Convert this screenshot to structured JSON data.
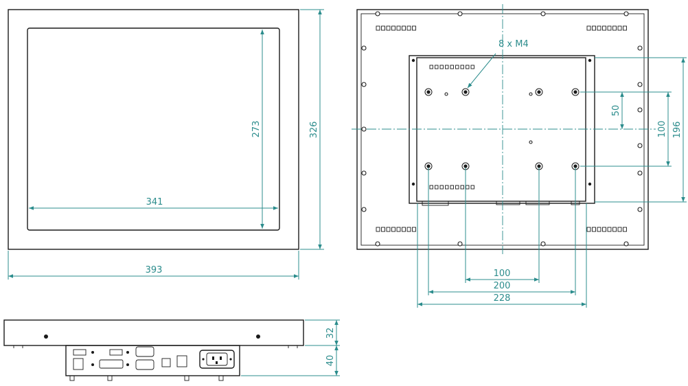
{
  "dimensions": {
    "front_width": "393",
    "front_height": "326",
    "screen_width": "341",
    "screen_height": "273",
    "vesa_small_horizontal": "100",
    "vesa_large_horizontal": "200",
    "chassis_width": "228",
    "vesa_small_vertical": "50",
    "vesa_large_vertical": "100",
    "chassis_height": "196",
    "bezel_depth": "32",
    "chassis_depth": "40"
  },
  "annotations": {
    "mounting_screws": "8 x M4"
  },
  "colors": {
    "outline": "#1a1a1a",
    "dimension": "#2b8c8c",
    "background": "#ffffff"
  }
}
